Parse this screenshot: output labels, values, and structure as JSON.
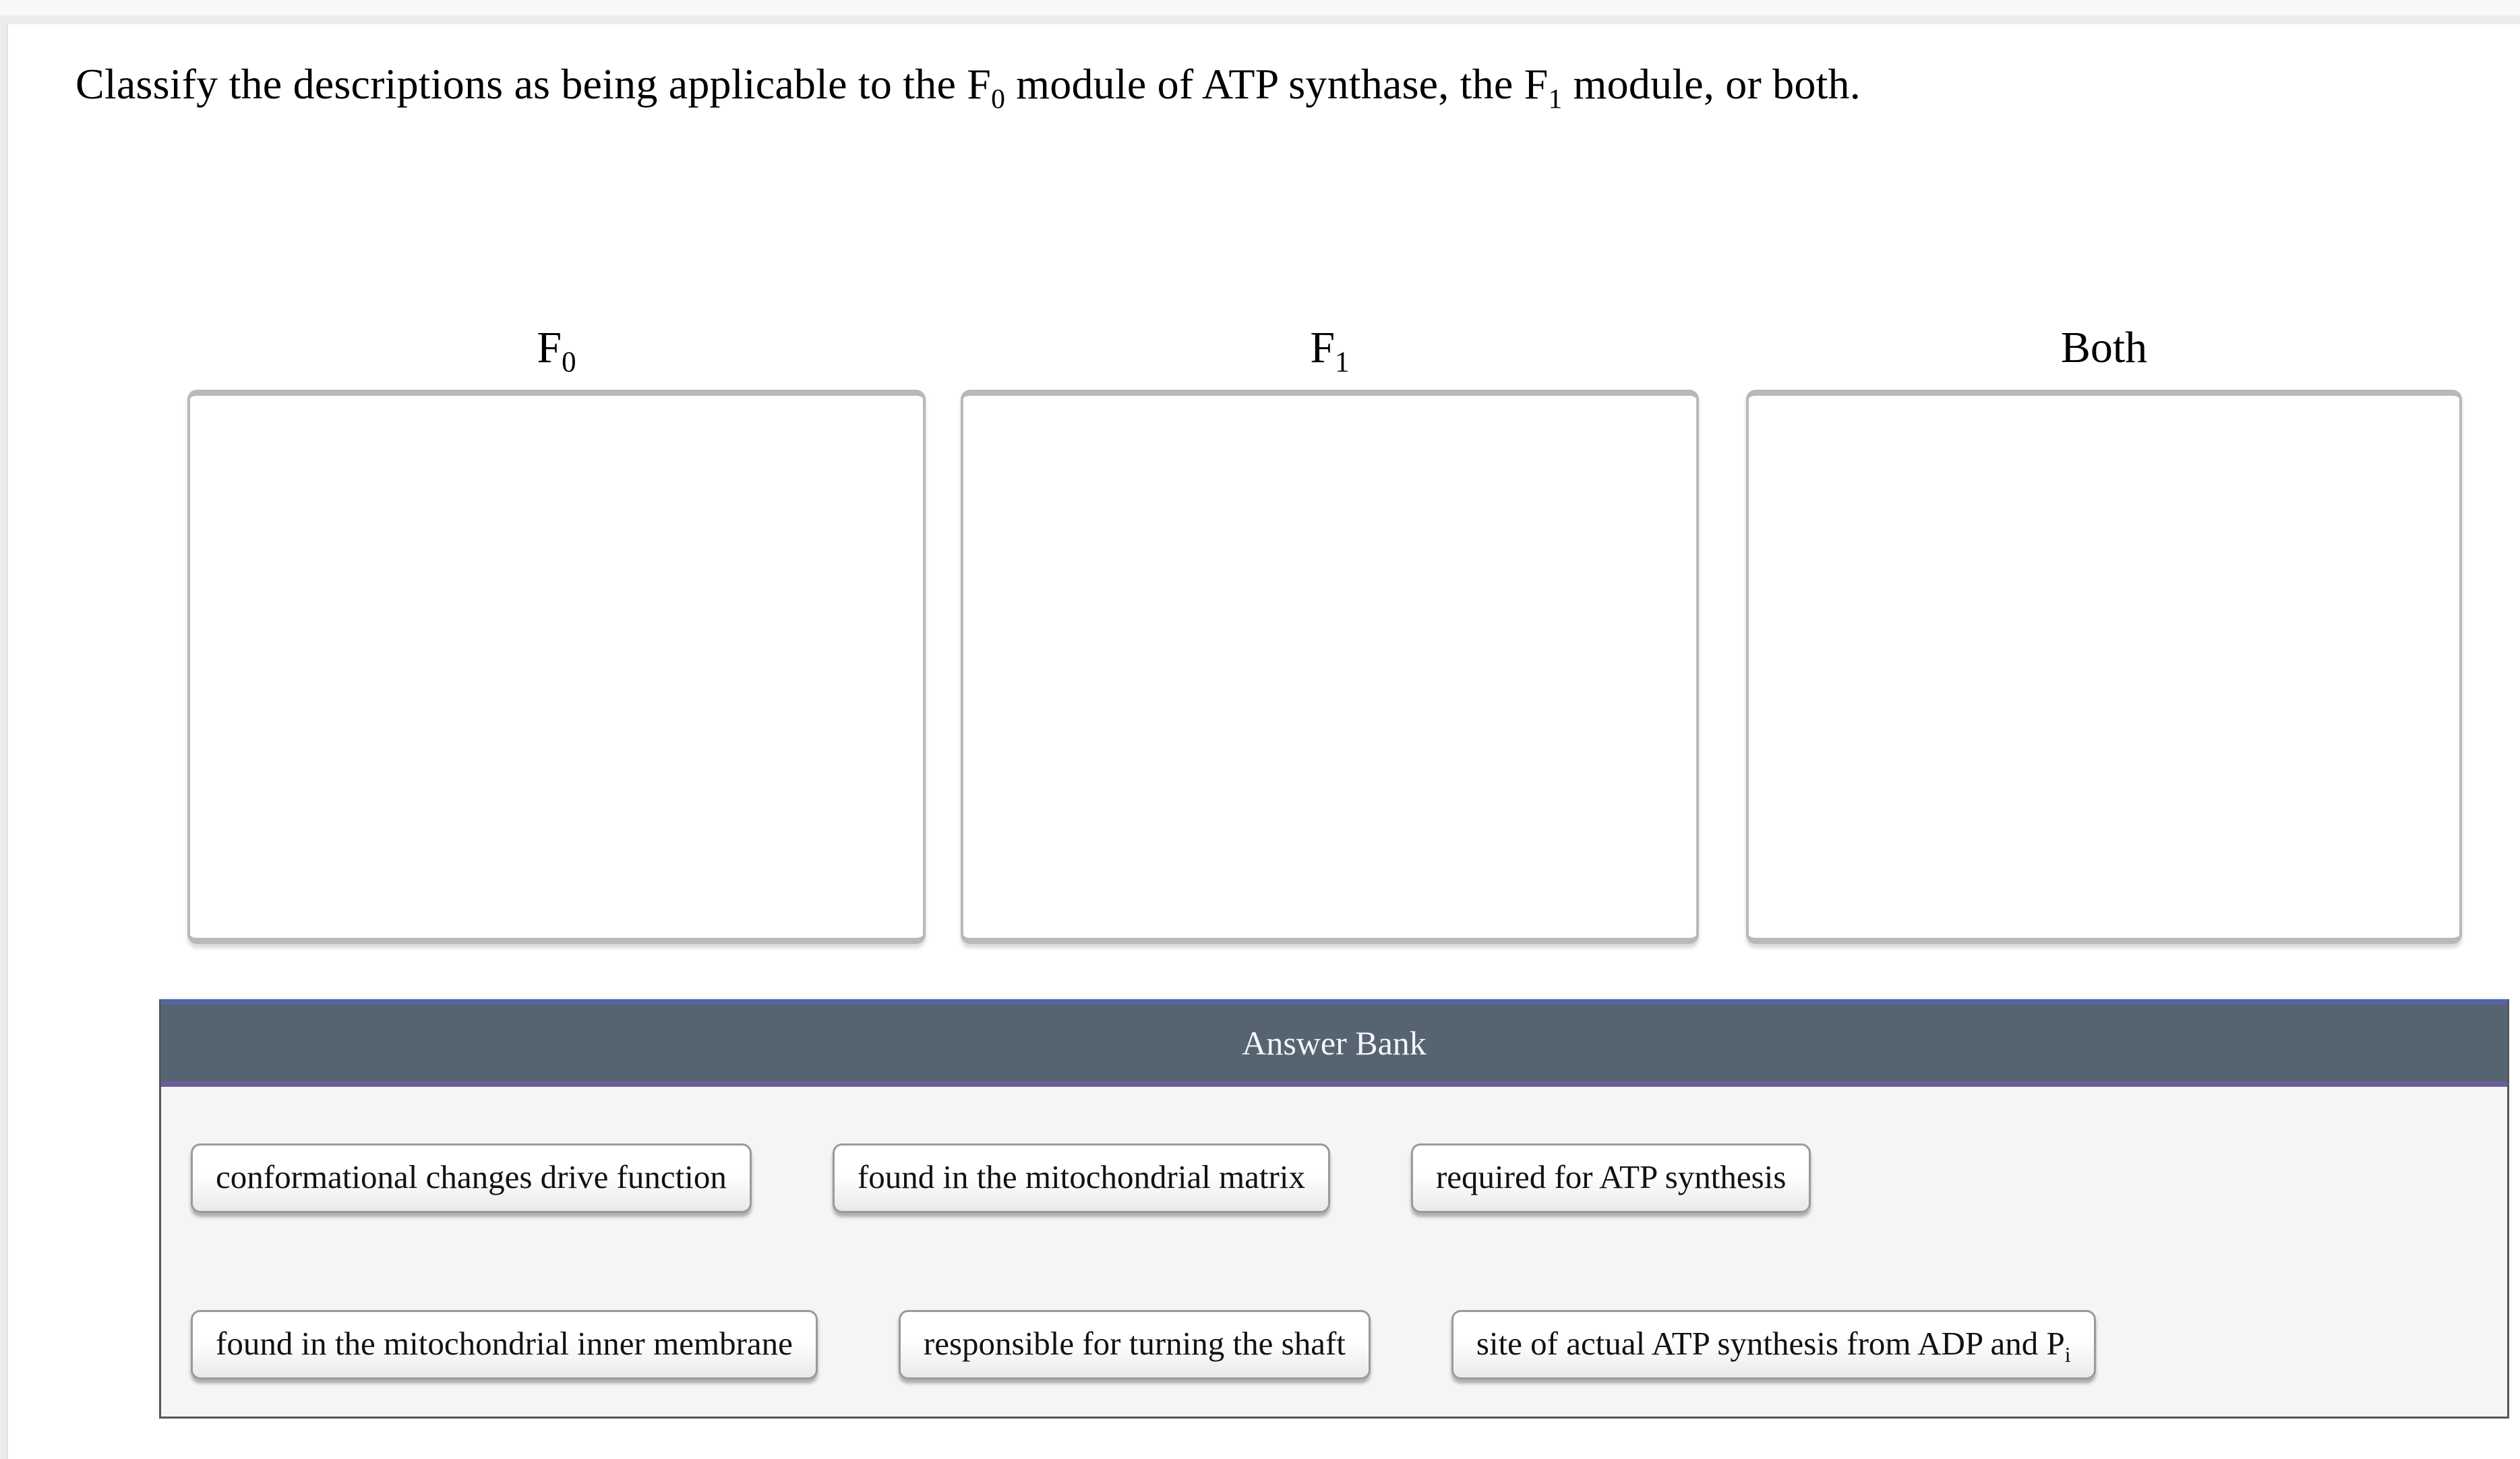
{
  "question": {
    "title_parts": [
      {
        "t": "Classify the descriptions as being applicable to the "
      },
      {
        "t": "F"
      },
      {
        "t": "0",
        "sub": true
      },
      {
        "t": " module of ATP synthase, the "
      },
      {
        "t": "F"
      },
      {
        "t": "1",
        "sub": true
      },
      {
        "t": " module, or both."
      }
    ]
  },
  "bins": [
    {
      "id": "f0",
      "label_parts": [
        {
          "t": "F"
        },
        {
          "t": "0",
          "sub": true
        }
      ]
    },
    {
      "id": "f1",
      "label_parts": [
        {
          "t": "F"
        },
        {
          "t": "1",
          "sub": true
        }
      ]
    },
    {
      "id": "both",
      "label_parts": [
        {
          "t": "Both"
        }
      ]
    }
  ],
  "answer_bank": {
    "header": "Answer Bank",
    "colors": {
      "header_bg": "#566472",
      "header_text": "#f4f5fb",
      "header_border_top": "#5565a4",
      "header_border_bottom": "#6b5f9b",
      "body_bg": "#f5f5f5",
      "body_border": "#54585b",
      "chip_border": "#9a9a9a"
    },
    "rows": [
      [
        [
          {
            "t": "conformational changes drive function"
          }
        ],
        [
          {
            "t": "found in the mitochondrial matrix"
          }
        ],
        [
          {
            "t": "required for ATP synthesis"
          }
        ]
      ],
      [
        [
          {
            "t": "found in the mitochondrial inner membrane"
          }
        ],
        [
          {
            "t": "responsible for turning the shaft"
          }
        ],
        [
          {
            "t": "site of actual ATP synthesis from ADP and P"
          },
          {
            "t": "i",
            "sub": true
          }
        ]
      ]
    ]
  }
}
